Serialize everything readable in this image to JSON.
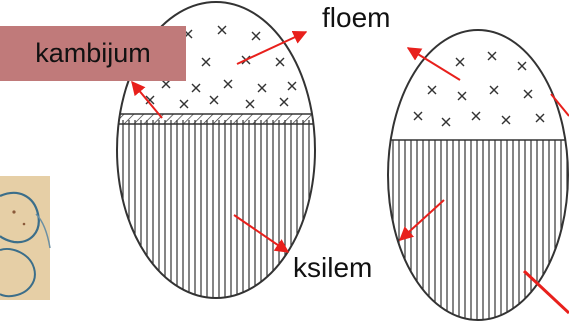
{
  "labels": {
    "kambijum": "kambijum",
    "floem": "floem",
    "ksilem": "ksilem"
  },
  "colors": {
    "arrow": "#e8201c",
    "label_box": "#c07a7a",
    "ink": "#333333",
    "photo_bg": "#e6cfa6"
  }
}
